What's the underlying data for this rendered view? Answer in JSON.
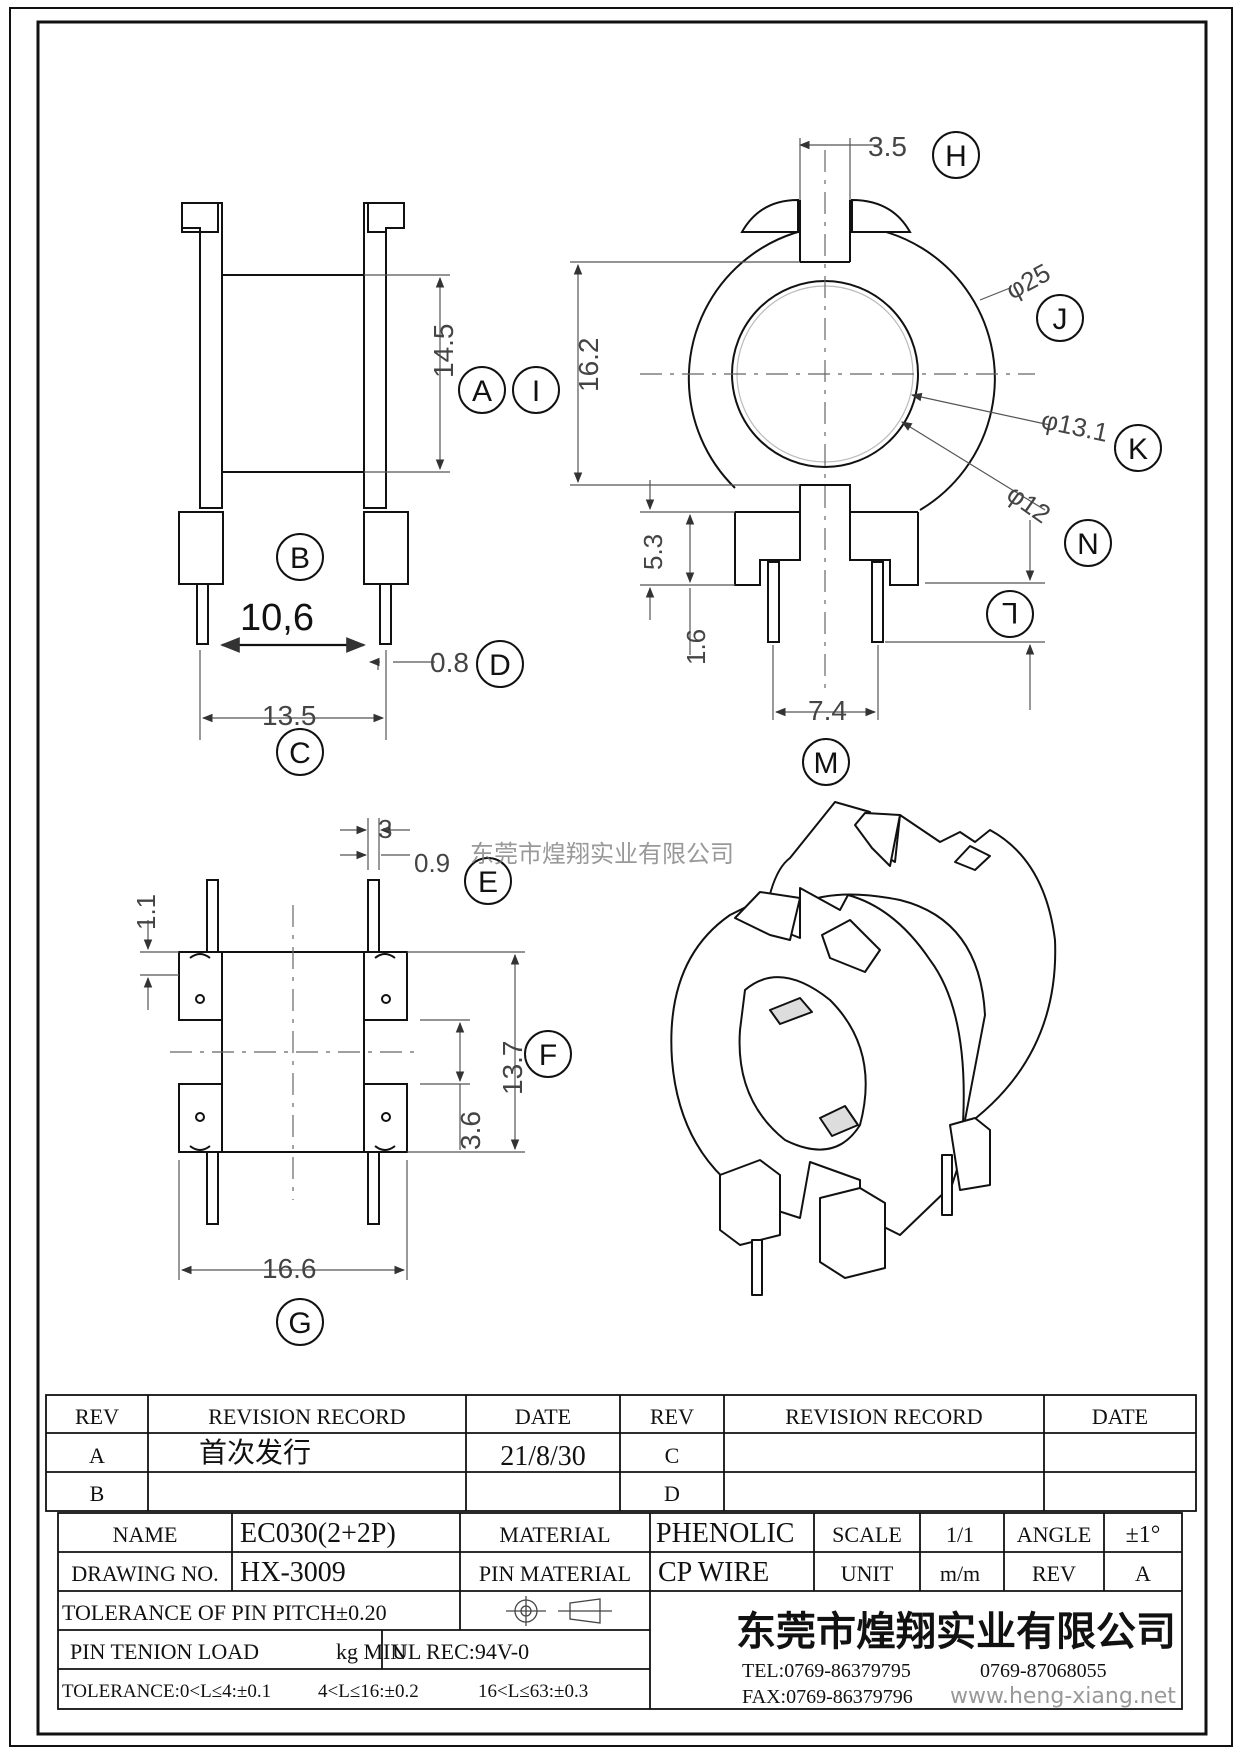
{
  "watermark": {
    "company_cn": "东莞市煌翔实业有限公司",
    "website": "www.heng-xiang.net"
  },
  "callouts": {
    "A": "A",
    "B": "B",
    "C": "C",
    "D": "D",
    "E": "E",
    "F": "F",
    "G": "G",
    "H": "H",
    "I": "I",
    "J": "J",
    "K": "K",
    "L": "L",
    "M": "M",
    "N": "N"
  },
  "dimensions": {
    "A": "14.5",
    "B": "10,6",
    "C": "13.5",
    "D": "0.8",
    "E_a": "3",
    "E_b": "0.9",
    "E_c": "1.1",
    "F": "13.7",
    "F_b": "3.6",
    "G": "16.6",
    "H": "3.5",
    "I": "16.2",
    "J": "φ25",
    "K": "φ13.1",
    "N": "φ12",
    "side_a": "5.3",
    "side_b": "1.6",
    "M": "7.4"
  },
  "revision_table": {
    "headers": [
      "REV",
      "REVISION RECORD",
      "DATE",
      "REV",
      "REVISION RECORD",
      "DATE"
    ],
    "rows": [
      [
        "A",
        "首次发行",
        "21/8/30",
        "C",
        "",
        ""
      ],
      [
        "B",
        "",
        "",
        "D",
        "",
        ""
      ]
    ]
  },
  "title_block": {
    "name_label": "NAME",
    "name_value": "EC030(2+2P)",
    "material_label": "MATERIAL",
    "material_value": "PHENOLIC",
    "scale_label": "SCALE",
    "scale_value": "1/1",
    "angle_label": "ANGLE",
    "angle_value": "±1°",
    "drawing_no_label": "DRAWING NO.",
    "drawing_no_value": "HX-3009",
    "pin_material_label": "PIN MATERIAL",
    "pin_material_value": "CP WIRE",
    "unit_label": "UNIT",
    "unit_value": "m/m",
    "rev_label": "REV",
    "rev_value": "A",
    "tol_pitch": "TOLERANCE OF PIN PITCH±0.20",
    "pin_tenion_load": "PIN TENION LOAD",
    "kg_min": "kg MIN",
    "ul_rec": "UL REC:94V-0",
    "tolerance_1": "TOLERANCE:0<L≤4:±0.1",
    "tolerance_2": "4<L≤16:±0.2",
    "tolerance_3": "16<L≤63:±0.3",
    "company": "东莞市煌翔实业有限公司",
    "tel": "TEL:0769-86379795",
    "tel2": "0769-87068055",
    "fax": "FAX:0769-86379796"
  }
}
